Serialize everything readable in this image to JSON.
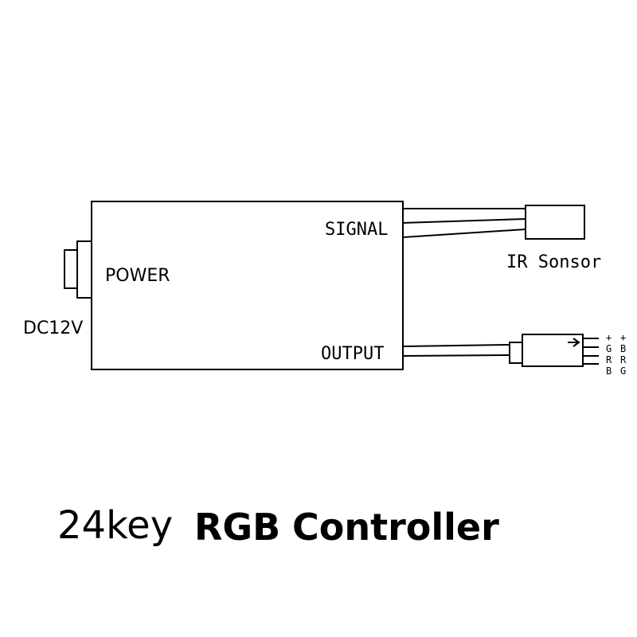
{
  "labels": {
    "power": "POWER",
    "dc": "DC12V",
    "signal": "SIGNAL",
    "output": "OUTPUT",
    "ir": "IR Sonsor"
  },
  "pins": {
    "left": [
      "+",
      "G",
      "R",
      "B"
    ],
    "right": [
      "+",
      "B",
      "R",
      "G"
    ]
  },
  "title": {
    "part1": "24key",
    "part2": "RGB",
    "part3": "Controller"
  }
}
